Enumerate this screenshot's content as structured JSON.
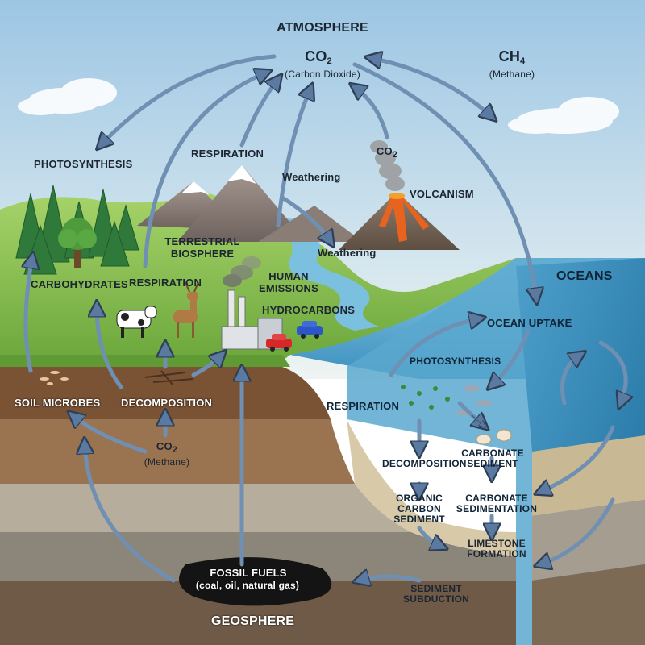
{
  "labels": {
    "atmosphere": "ATMOSPHERE",
    "co2_main": "CO",
    "co2_main_sub": "2",
    "co2_main_desc": "(Carbon Dioxide)",
    "ch4": "CH",
    "ch4_sub": "4",
    "ch4_desc": "(Methane)",
    "photosynthesis_land": "PHOTOSYNTHESIS",
    "respiration_top": "RESPIRATION",
    "weathering_1": "Weathering",
    "weathering_2": "Weathering",
    "co2_volcano": "CO",
    "co2_volcano_sub": "2",
    "volcanism": "VOLCANISM",
    "terrestrial_biosphere": "TERRESTRIAL\nBIOSPHERE",
    "carbohydrates": "CARBOHYDRATES",
    "respiration_land": "RESPIRATION",
    "human_emissions": "HUMAN\nEMISSIONS",
    "hydrocarbons": "HYDROCARBONS",
    "oceans": "OCEANS",
    "ocean_uptake": "OCEAN UPTAKE",
    "photosynthesis_ocean": "PHOTOSYNTHESIS",
    "respiration_ocean": "RESPIRATION",
    "soil_microbes": "SOIL MICROBES",
    "decomposition_land": "DECOMPOSITION",
    "co2_soil": "CO",
    "co2_soil_sub": "2",
    "co2_soil_desc": "(Methane)",
    "decomposition_ocean": "DECOMPOSITION",
    "carbonate_sediment": "CARBONATE\nSEDIMENT",
    "organic_carbon_sediment": "ORGANIC\nCARBON\nSEDIMENT",
    "carbonate_sedimentation": "CARBONATE\nSEDIMENTATION",
    "limestone_formation": "LIMESTONE\nFORMATION",
    "fossil_fuels": "FOSSIL FUELS",
    "fossil_fuels_desc": "(coal, oil, natural gas)",
    "sediment_subduction": "SEDIMENT\nSUBDUCTION",
    "geosphere": "GEOSPHERE"
  },
  "colors": {
    "sky_top": "#9fc9e6",
    "sky_bottom": "#e8f2f6",
    "grass": "#7fbd4a",
    "soil": "#8a6240",
    "ocean": "#5aa8cf",
    "ocean_deep": "#2f7fae",
    "arrow": "#6f8fb3",
    "arrow_stroke": "#2f3f55",
    "lava": "#e8641e"
  }
}
